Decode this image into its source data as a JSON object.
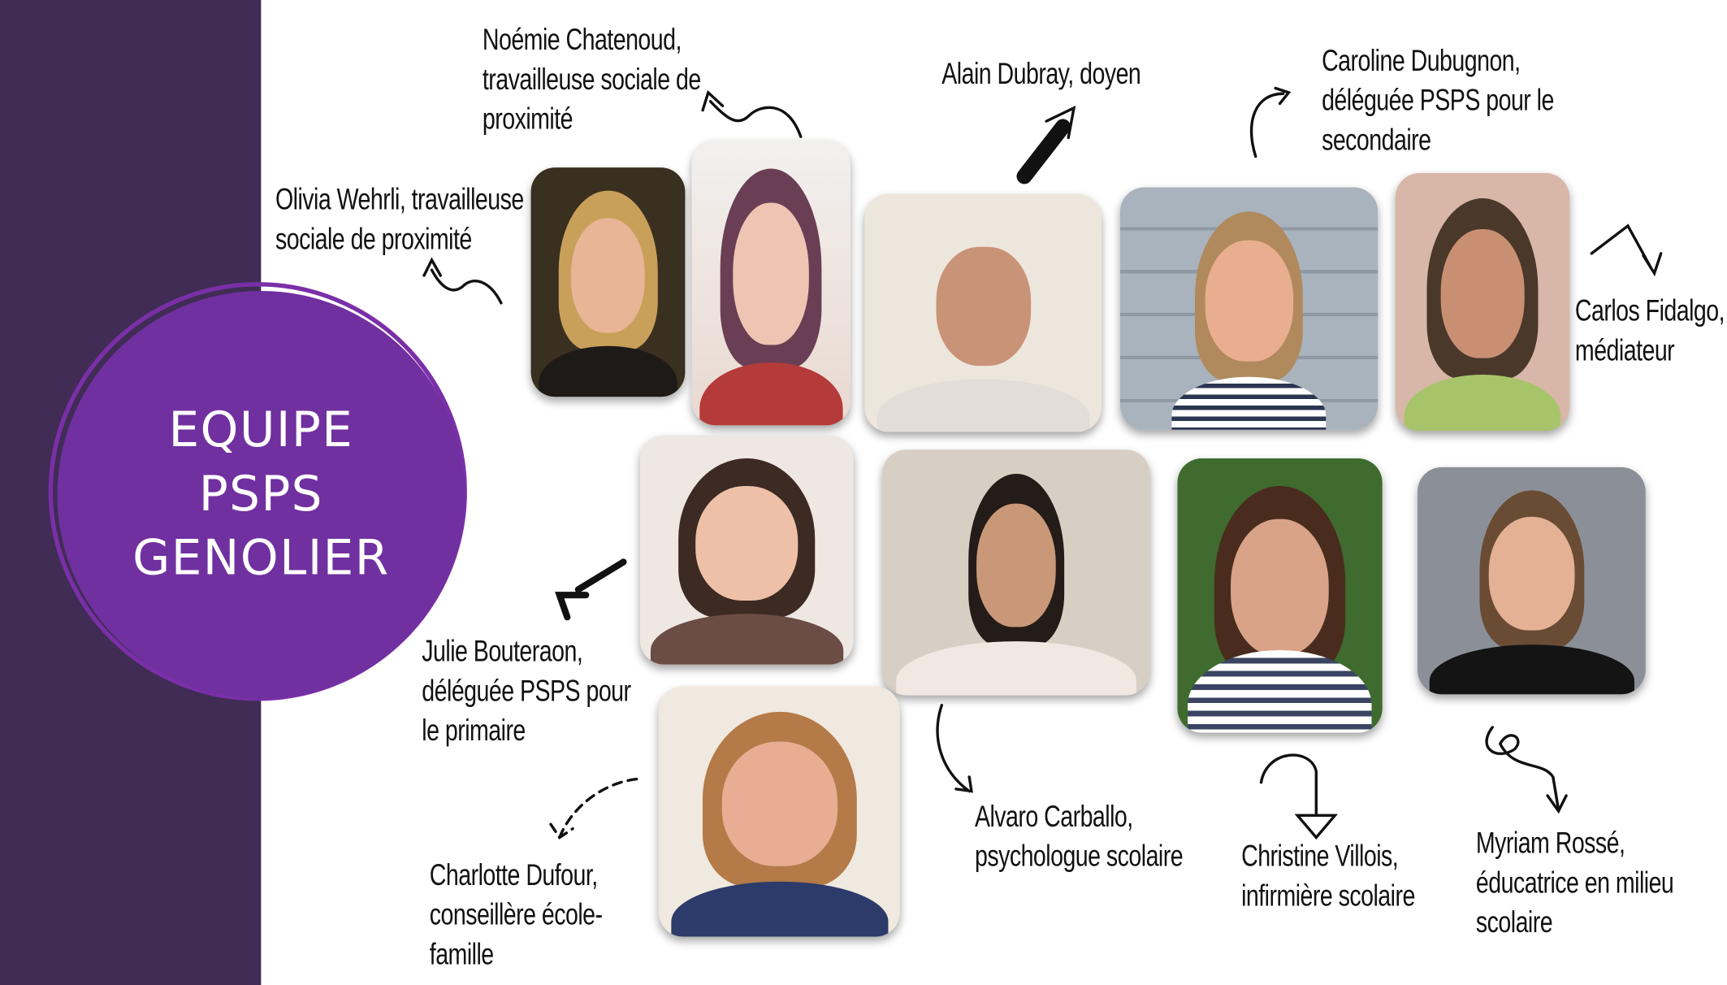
{
  "title": {
    "lines": [
      "EQUIPE",
      "PSPS",
      "GENOLIER"
    ]
  },
  "accent_color": "#7030a0",
  "sidebar_color": "#402c55",
  "members": [
    {
      "id": "olivia",
      "lines": [
        "Olivia Wehrli, travailleuse",
        "sociale de proximité"
      ]
    },
    {
      "id": "noemie",
      "lines": [
        "Noémie Chatenoud,",
        "travailleuse sociale de",
        "proximité"
      ]
    },
    {
      "id": "alain",
      "lines": [
        "Alain Dubray, doyen"
      ]
    },
    {
      "id": "caroline",
      "lines": [
        "Caroline Dubugnon,",
        "déléguée PSPS pour le",
        "secondaire"
      ]
    },
    {
      "id": "carlos",
      "lines": [
        "Carlos Fidalgo,",
        "médiateur"
      ]
    },
    {
      "id": "julie",
      "lines": [
        "Julie Bouteraon,",
        "déléguée PSPS pour",
        "le primaire"
      ]
    },
    {
      "id": "charlotte",
      "lines": [
        "Charlotte Dufour,",
        "conseillère école-",
        "famille"
      ]
    },
    {
      "id": "alvaro",
      "lines": [
        "Alvaro Carballo,",
        "psychologue scolaire"
      ]
    },
    {
      "id": "christine",
      "lines": [
        "Christine Villois,",
        "infirmière scolaire"
      ]
    },
    {
      "id": "myriam",
      "lines": [
        "Myriam Rossé,",
        "éducatrice en milieu",
        "scolaire"
      ]
    }
  ]
}
